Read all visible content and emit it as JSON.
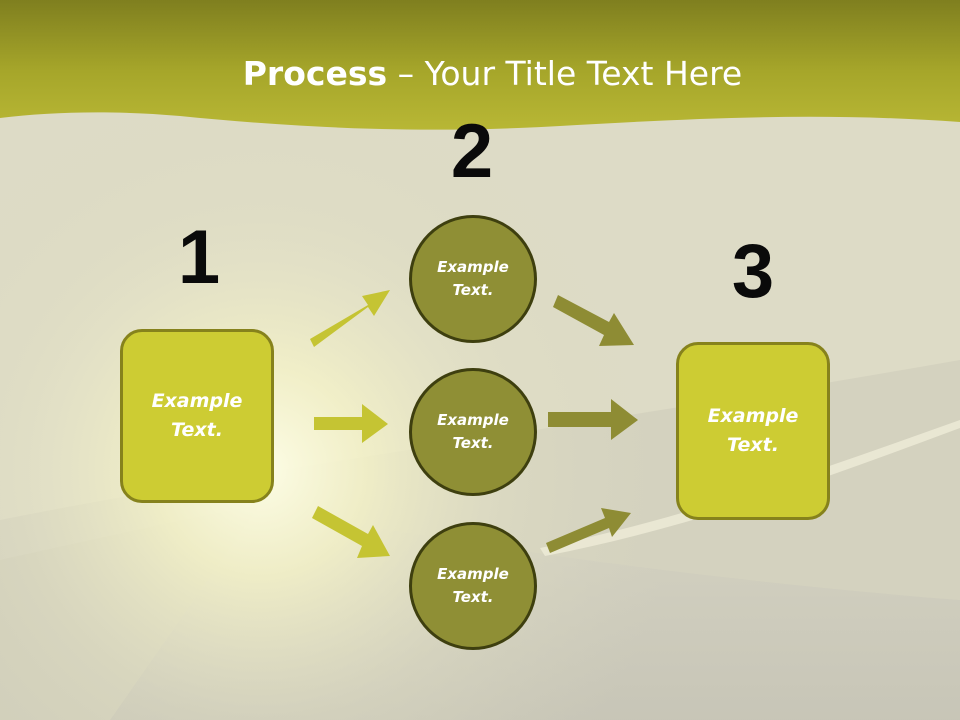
{
  "slide": {
    "title_bold": "Process",
    "title_rest": " – Your Title Text Here"
  },
  "steps": {
    "one": "1",
    "two": "2",
    "three": "3"
  },
  "left_box": {
    "text": "Example Text."
  },
  "right_box": {
    "text": "Example Text."
  },
  "circles": [
    {
      "text": "Example Text."
    },
    {
      "text": "Example Text."
    },
    {
      "text": "Example Text."
    }
  ],
  "colors": {
    "banner": "#b9b92a",
    "box_fill": "#cdcc33",
    "circle_fill": "#8f8f35",
    "arrow_left": "#c5c433",
    "arrow_right": "#8e8c34"
  }
}
